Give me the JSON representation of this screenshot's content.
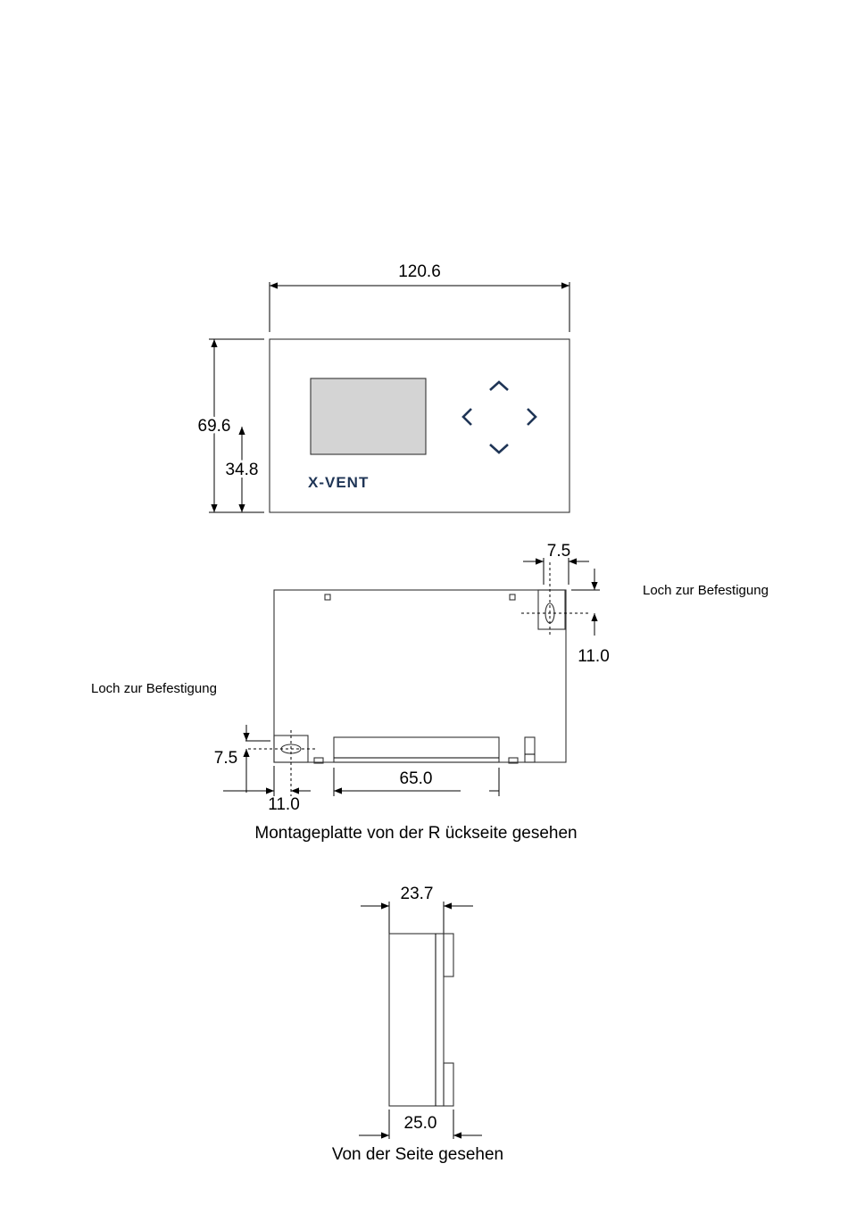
{
  "front_view": {
    "width_dim": "120.6",
    "height_dim": "69.6",
    "half_height_dim": "34.8",
    "brand_logo": "X-VENT",
    "colors": {
      "brand": "#1f3556",
      "display_fill": "#d4d4d4"
    },
    "nav_icons": [
      "chevron-up-icon",
      "chevron-left-icon",
      "chevron-right-icon",
      "chevron-down-icon"
    ]
  },
  "back_view": {
    "hole_label_right": "Loch zur Befestigung",
    "hole_label_left": "Loch zur Befestigung",
    "dim_hole_width_top": "7.5",
    "dim_hole_offset_right": "11.0",
    "dim_hole_height_left": "7.5",
    "dim_hole_offset_left": "11.0",
    "dim_connector": "65.0",
    "caption": "Montageplatte von der R  ückseite gesehen"
  },
  "side_view": {
    "dim_top": "23.7",
    "dim_bottom": "25.0",
    "caption": "Von der Seite gesehen"
  }
}
